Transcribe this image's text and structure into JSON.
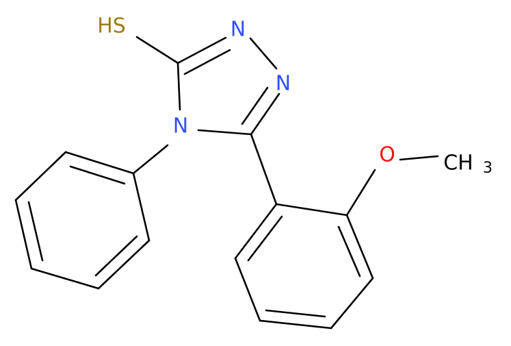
{
  "colors": {
    "bond": "#000000",
    "nitrogen": "#3050F8",
    "sulfur": "#9C7C1C",
    "oxygen": "#FF0D0D",
    "carbon": "#000000",
    "background": "#FFFFFF"
  },
  "atoms": {
    "sh": {
      "text": "HS",
      "element": "S"
    },
    "n1": {
      "text": "N",
      "element": "N"
    },
    "n2": {
      "text": "N",
      "element": "N"
    },
    "n4": {
      "text": "N",
      "element": "N"
    },
    "o": {
      "text": "O",
      "element": "O"
    },
    "methyl": {
      "text": "CH",
      "subscript": "3",
      "element": "C"
    }
  }
}
